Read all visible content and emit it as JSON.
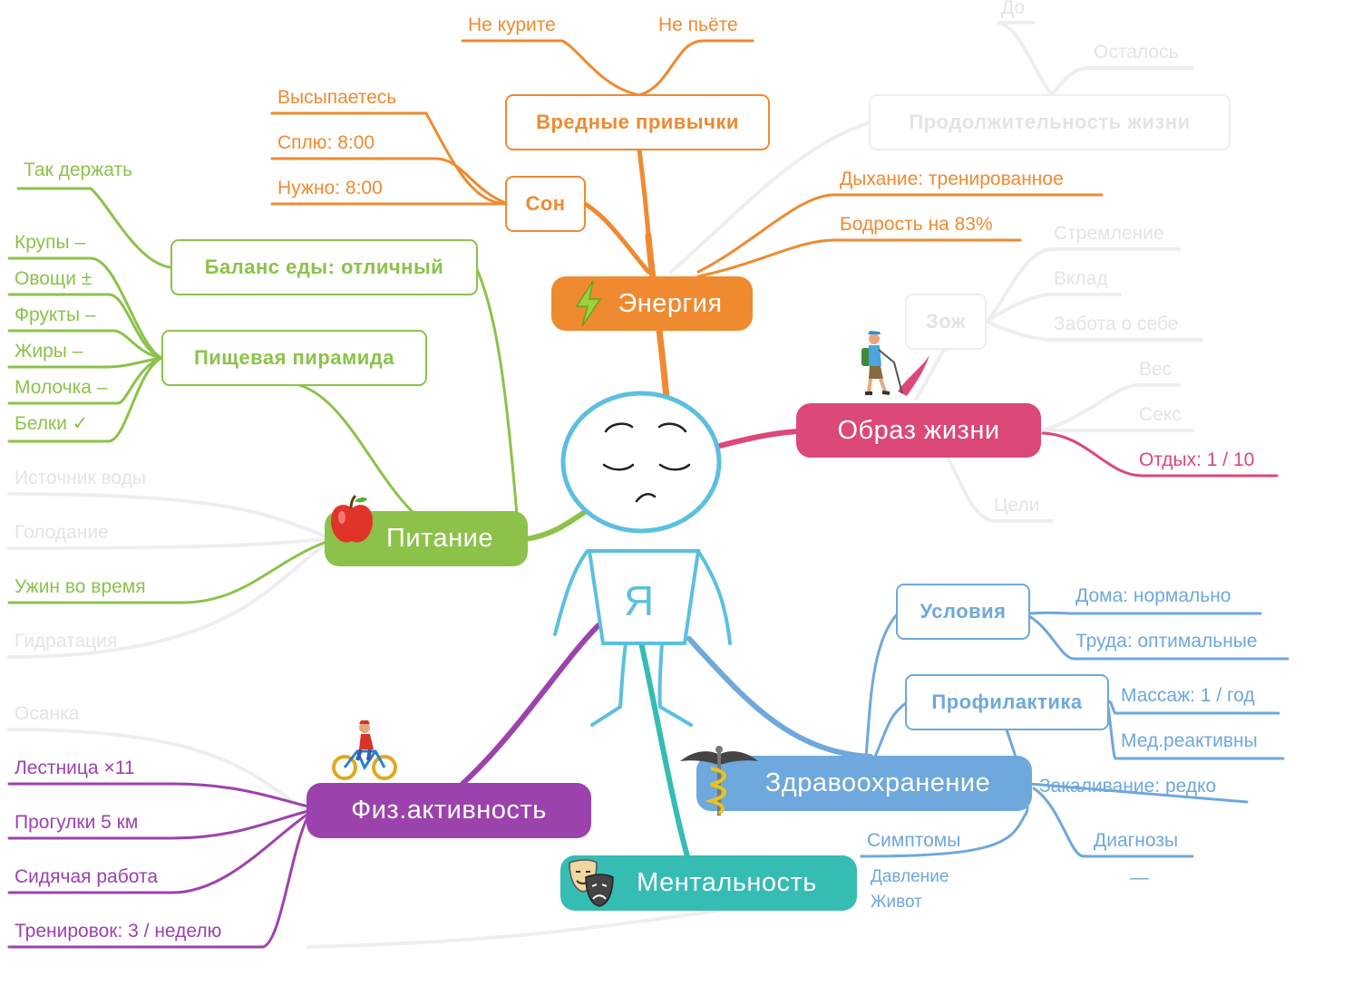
{
  "center": {
    "label": "Я"
  },
  "energy": {
    "title": "Энергия",
    "habits": {
      "title": "Вредные привычки",
      "items": [
        "Не курите",
        "Не пьёте"
      ]
    },
    "sleep": {
      "title": "Сон",
      "items": [
        "Высыпаетесь",
        "Сплю: 8:00",
        "Нужно: 8:00"
      ]
    },
    "extra": [
      "Дыхание: тренированное",
      "Бодрость на 83%"
    ]
  },
  "life_expectancy": {
    "title": "Продолжительность жизни",
    "items": [
      "До",
      "Осталось"
    ]
  },
  "lifestyle": {
    "title": "Образ жизни",
    "zozh": {
      "title": "Зож",
      "items": [
        "Стремление",
        "Вклад",
        "Забота о себе"
      ]
    },
    "items": [
      "Вес",
      "Секс",
      "Отдых: 1 / 10",
      "Цели"
    ]
  },
  "nutrition": {
    "title": "Питание",
    "balance": {
      "title": "Баланс еды: отличный",
      "items": [
        "Так держать"
      ]
    },
    "pyramid": {
      "title": "Пищевая пирамида",
      "items": [
        "Крупы –",
        "Овощи ±",
        "Фрукты –",
        "Жиры –",
        "Молочка –",
        "Белки ✓"
      ]
    },
    "items": [
      "Источник воды",
      "Голодание",
      "Ужин во время",
      "Гидратация"
    ]
  },
  "activity": {
    "title": "Физ.активность",
    "items": [
      "Осанка",
      "Лестница ×11",
      "Прогулки 5 км",
      "Сидячая работа",
      "Тренировок: 3 / неделю"
    ]
  },
  "health": {
    "title": "Здравоохранение",
    "conditions": {
      "title": "Условия",
      "items": [
        "Дома: нормально",
        "Труда: оптимальные"
      ]
    },
    "prevention": {
      "title": "Профилактика",
      "items": [
        "Массаж: 1 / год",
        "Мед.реактивны"
      ]
    },
    "items": [
      "Закаливание: редко",
      "Симптомы",
      "Диагнозы"
    ],
    "symptoms": [
      "Давление",
      "Живот"
    ],
    "diagnoses_value": "—"
  },
  "mental": {
    "title": "Ментальность"
  },
  "colors": {
    "energy": "#ef8a30",
    "nutrition": "#8cc24a",
    "activity": "#9c42ad",
    "health": "#6ea8dc",
    "mental": "#35bcb3",
    "lifestyle": "#dc4878",
    "figure": "#5bbfe0",
    "faded": "#e4e4e8"
  },
  "icons": [
    "lightning-icon",
    "apple-icon",
    "cyclist-icon",
    "caduceus-icon",
    "theater-masks-icon",
    "hiker-icon"
  ]
}
